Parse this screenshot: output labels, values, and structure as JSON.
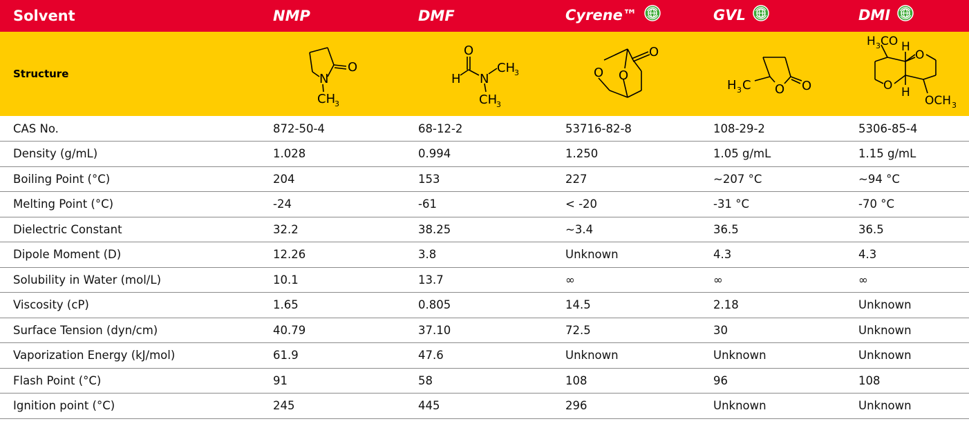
{
  "table": {
    "header": {
      "label": "Solvent",
      "solvents": [
        "NMP",
        "DMF",
        "Cyrene™",
        "GVL",
        "DMI"
      ],
      "green_badge": [
        false,
        false,
        true,
        true,
        true
      ],
      "badge_icon": "green-chemistry-globe-icon",
      "colors": {
        "header_bg": "#e5002b",
        "structure_bg": "#ffcc00",
        "badge": "#3aa935"
      }
    },
    "structure": {
      "label": "Structure",
      "atoms": {
        "nmp": [
          "O",
          "N",
          "CH",
          "3"
        ],
        "dmf": [
          "O",
          "H",
          "N",
          "CH",
          "3",
          "CH",
          "3"
        ],
        "cyrene": [
          "O",
          "O",
          "O"
        ],
        "gvl": [
          "H",
          "3",
          "C",
          "O",
          "O"
        ],
        "dmi": [
          "H",
          "3",
          "CO",
          "H",
          "O",
          "O",
          "H",
          "OCH",
          "3"
        ]
      }
    },
    "rows": [
      {
        "property": "CAS No.",
        "values": [
          "872-50-4",
          "68-12-2",
          "53716-82-8",
          "108-29-2",
          "5306-85-4"
        ]
      },
      {
        "property": "Density (g/mL)",
        "values": [
          "1.028",
          "0.994",
          "1.250",
          "1.05 g/mL",
          "1.15 g/mL"
        ]
      },
      {
        "property": "Boiling Point (°C)",
        "values": [
          "204",
          "153",
          "227",
          "~207 °C",
          "~94 °C"
        ]
      },
      {
        "property": "Melting Point (°C)",
        "values": [
          "-24",
          "-61",
          "< -20",
          "-31 °C",
          "-70 °C"
        ]
      },
      {
        "property": "Dielectric Constant",
        "values": [
          "32.2",
          "38.25",
          "~3.4",
          "36.5",
          "36.5"
        ]
      },
      {
        "property": "Dipole Moment (D)",
        "values": [
          "12.26",
          "3.8",
          "Unknown",
          "4.3",
          "4.3"
        ]
      },
      {
        "property": "Solubility in Water (mol/L)",
        "values": [
          "10.1",
          "13.7",
          "∞",
          "∞",
          "∞"
        ]
      },
      {
        "property": "Viscosity (cP)",
        "values": [
          "1.65",
          "0.805",
          "14.5",
          "2.18",
          "Unknown"
        ]
      },
      {
        "property": "Surface Tension (dyn/cm)",
        "values": [
          "40.79",
          "37.10",
          "72.5",
          "30",
          "Unknown"
        ]
      },
      {
        "property": "Vaporization Energy (kJ/mol)",
        "values": [
          "61.9",
          "47.6",
          "Unknown",
          "Unknown",
          "Unknown"
        ]
      },
      {
        "property": "Flash Point (°C)",
        "values": [
          "91",
          "58",
          "108",
          "96",
          "108"
        ]
      },
      {
        "property": "Ignition point (°C)",
        "values": [
          "245",
          "445",
          "296",
          "Unknown",
          "Unknown"
        ]
      }
    ]
  }
}
